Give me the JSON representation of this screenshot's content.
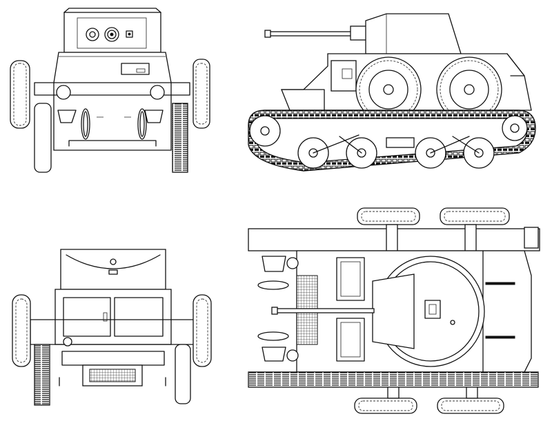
{
  "drawing": {
    "views": [
      "front-view",
      "side-view",
      "rear-view",
      "top-view"
    ]
  }
}
